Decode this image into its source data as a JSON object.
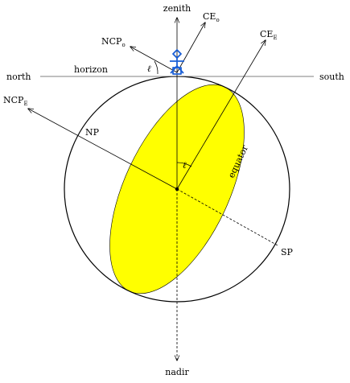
{
  "labels": {
    "zenith": "zenith",
    "nadir": "nadir",
    "north": "north",
    "south": "south",
    "horizon": "horizon",
    "ce_o": "CE",
    "ce_o_sub": "o",
    "ce_e": "CE",
    "ce_e_sub": "E",
    "ncp_o": "NCP",
    "ncp_o_sub": "o",
    "ncp_e": "NCP",
    "ncp_e_sub": "E",
    "np": "NP",
    "sp": "SP",
    "equator": "equator",
    "latitude_top": "ℓ",
    "latitude_center": "ℓ"
  },
  "colors": {
    "equator_fill": "#ffff00",
    "observer": "#1a5fd6"
  },
  "icons": {
    "observer": "stick-figure-observer-icon"
  }
}
